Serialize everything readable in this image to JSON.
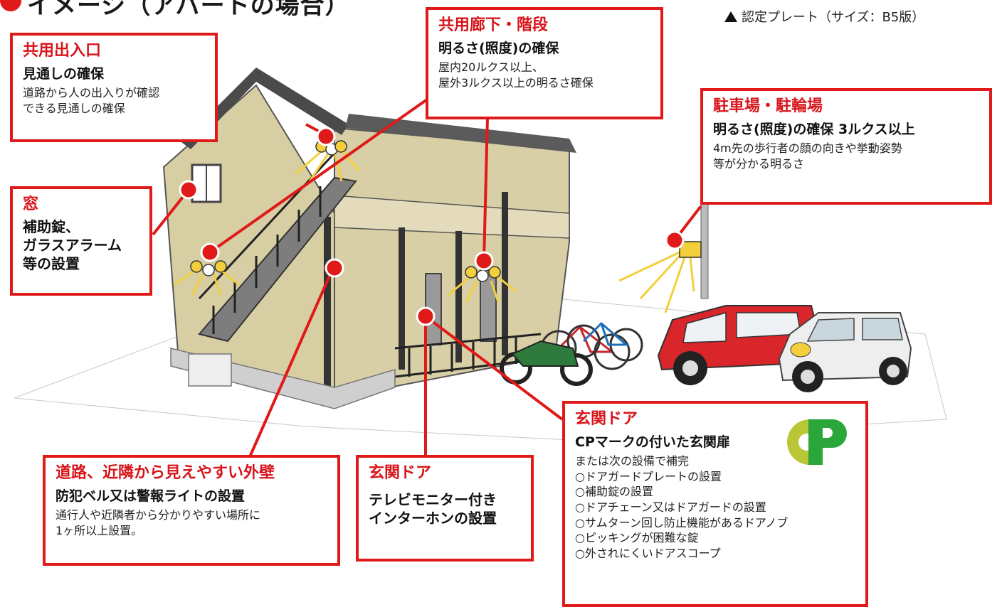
{
  "header": {
    "title": "イメージ（アパートの場合）",
    "plate_note": "認定プレート（サイズ：B5版）"
  },
  "callouts": {
    "entrance": {
      "head": "共用出入口",
      "sub": "見通しの確保",
      "lines": [
        "道路から人の出入りが確認",
        "できる見通しの確保"
      ]
    },
    "corridor": {
      "head": "共用廊下・階段",
      "sub": "明るさ(照度)の確保",
      "lines": [
        "屋内20ルクス以上、",
        "屋外3ルクス以上の明るさ確保"
      ]
    },
    "parking": {
      "head": "駐車場・駐輪場",
      "sub": "明るさ(照度)の確保 3ルクス以上",
      "lines": [
        "4m先の歩行者の顔の向きや挙動姿勢",
        "等が分かる明るさ"
      ]
    },
    "window": {
      "head": "窓",
      "lines": [
        "補助錠、",
        "ガラスアラーム",
        "等の設置"
      ]
    },
    "wall": {
      "head": "道路、近隣から見えやすい外壁",
      "sub": "防犯ベル又は警報ライトの設置",
      "lines": [
        "通行人や近隣者から分かりやすい場所に",
        "1ヶ所以上設置。"
      ]
    },
    "door_monitor": {
      "head": "玄関ドア",
      "lines": [
        "テレビモニター付き",
        "インターホンの設置"
      ]
    },
    "door_cp": {
      "head": "玄関ドア",
      "sub": "CPマークの付いた玄関扉",
      "lines": [
        "または次の設備で補完",
        "○ドアガードプレートの設置",
        "○補助錠の設置",
        "○ドアチェーン又はドアガードの設置",
        "○サムターン回し防止機能があるドアノブ",
        "○ピッキングが困難な錠",
        "○外されにくいドアスコープ"
      ]
    }
  },
  "colors": {
    "accent_red": "#e01919",
    "wall_beige": "#d9cfa6",
    "roof_dark": "#4a4a4a",
    "car_red": "#d8262b",
    "car_white": "#eeeeee",
    "cp_green": "#2aa63a",
    "cp_lime": "#b8c637",
    "light_yellow": "#f3cf3b"
  },
  "icons": [
    "cp-mark-logo",
    "plate-triangle-icon",
    "light-fixture-icon",
    "bicycle-icon",
    "car-icon",
    "scooter-icon"
  ]
}
